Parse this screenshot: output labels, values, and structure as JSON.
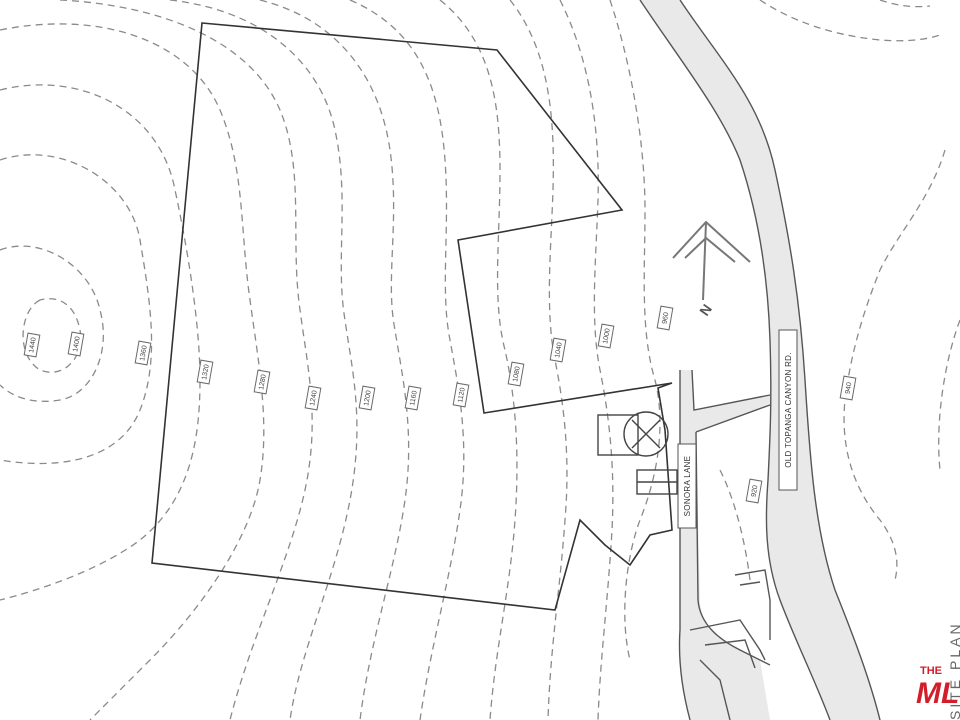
{
  "site_plan": {
    "title": "SITE PLAN",
    "north_label": "N",
    "streets": {
      "main_road": "OLD TOPANGA CANYON RD.",
      "side_lane": "SONORA LANE"
    },
    "elevations": [
      "1440",
      "1400",
      "1360",
      "1320",
      "1280",
      "1240",
      "1200",
      "1160",
      "1120",
      "1080",
      "1040",
      "1000",
      "960",
      "920",
      "940"
    ]
  },
  "watermark": {
    "brand_top": "THE",
    "brand_main": "MLS"
  }
}
